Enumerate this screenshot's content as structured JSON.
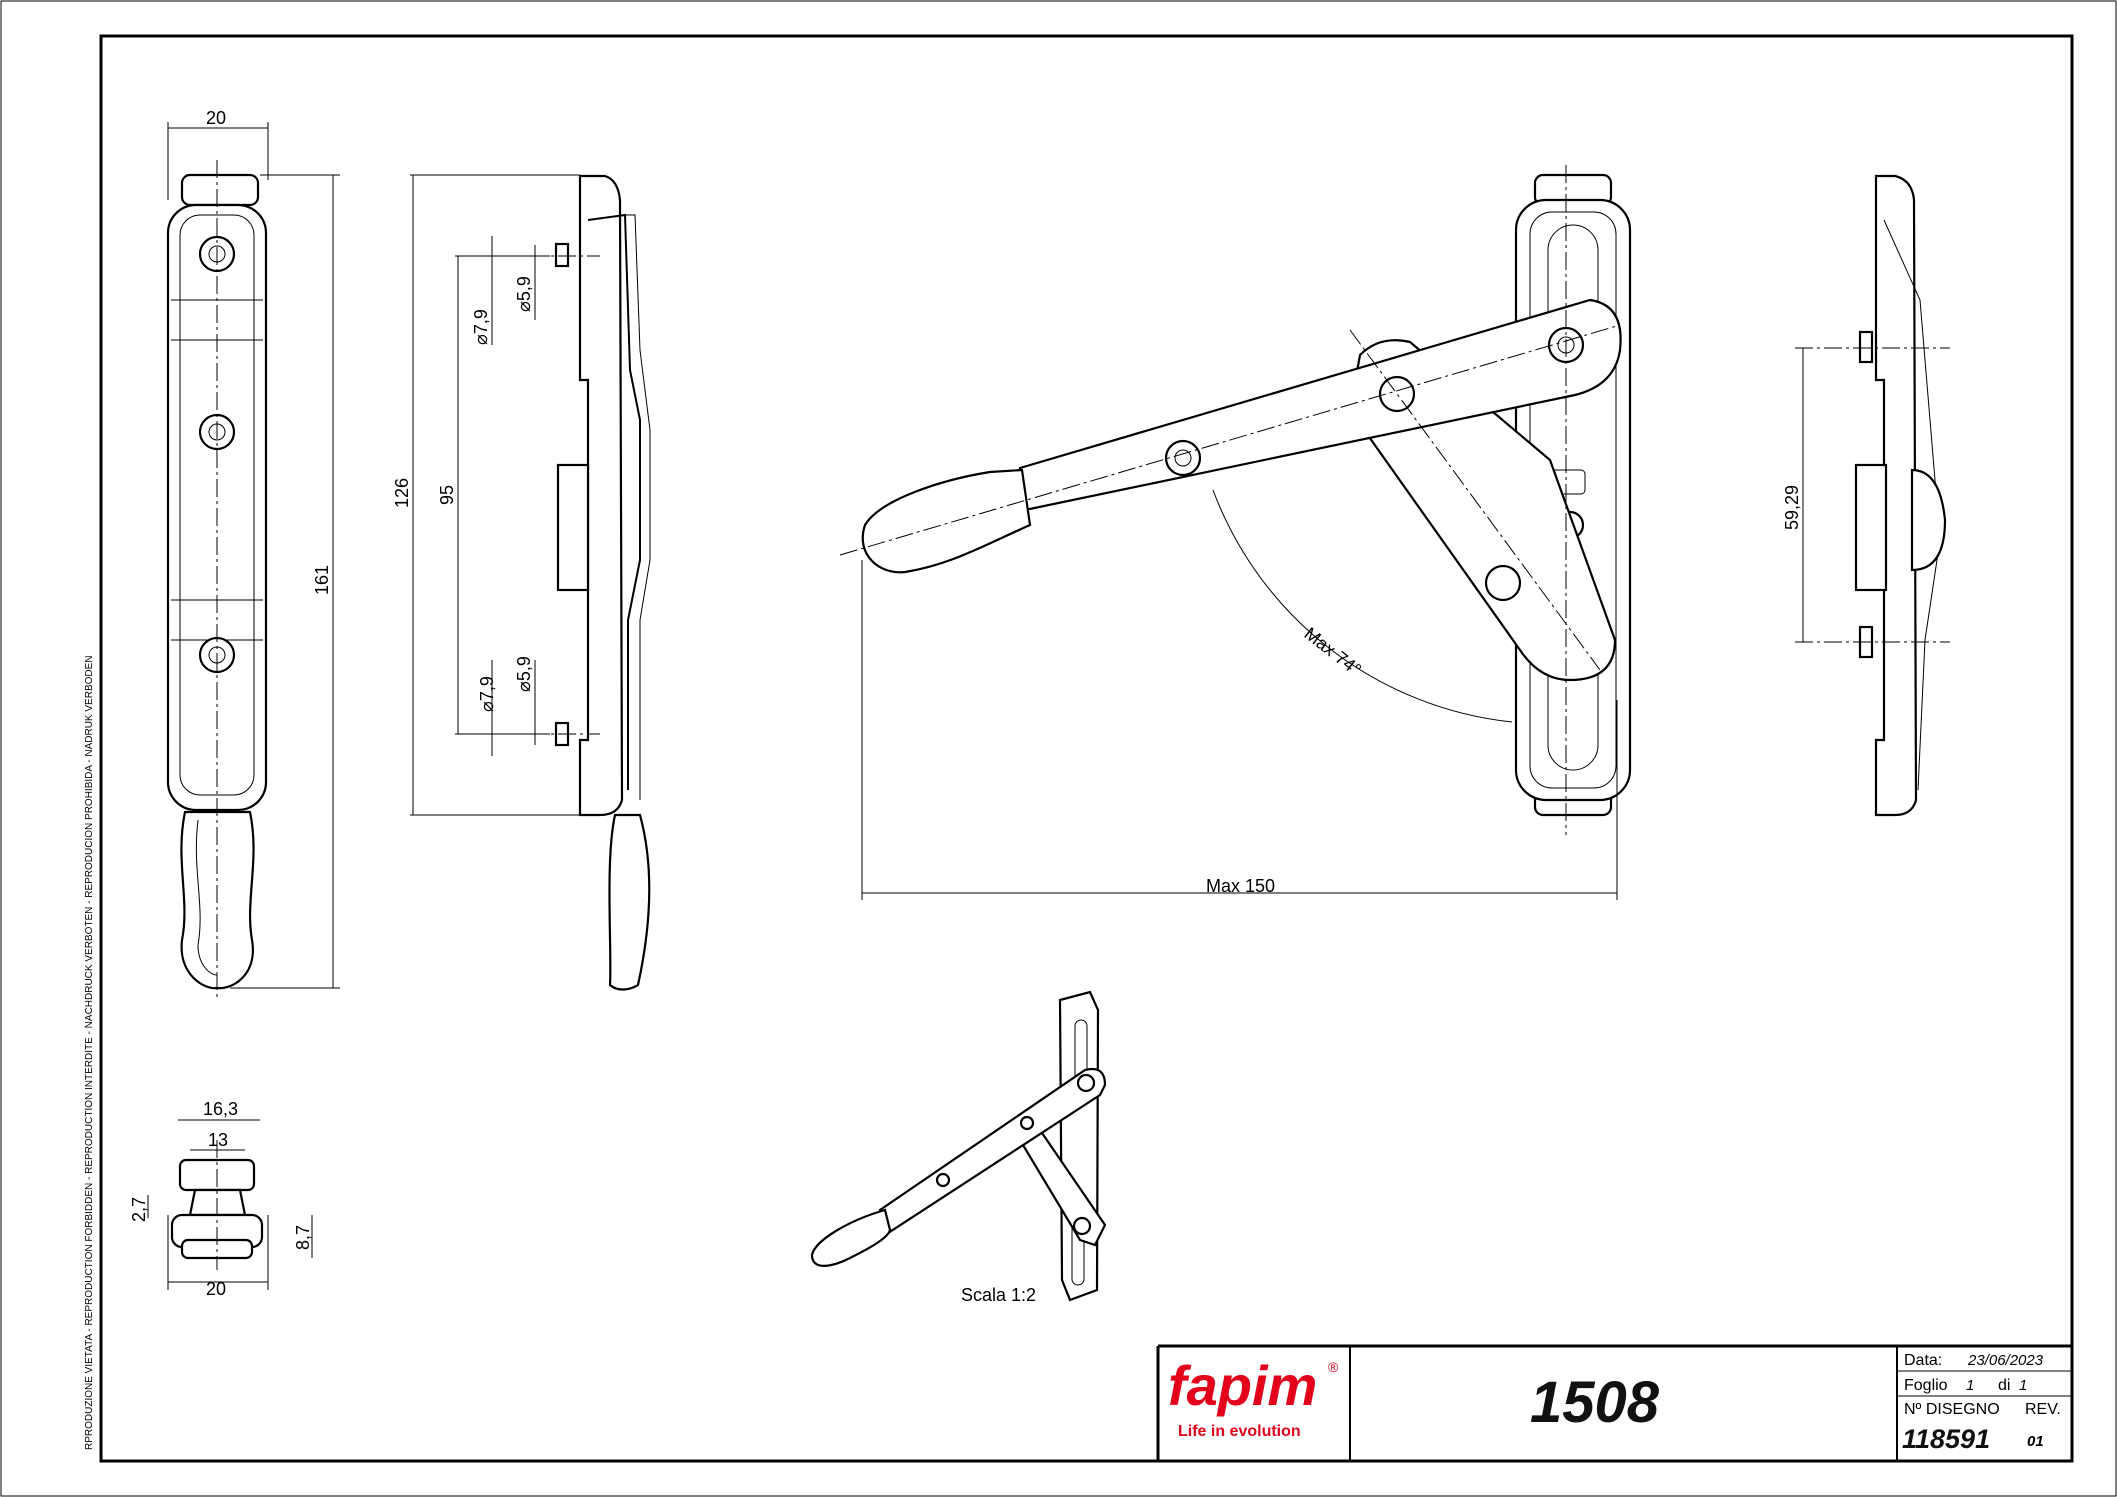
{
  "side_notice": "RPRODUZIONE VIETATA - REPRODUCTION FORBIDDEN - REPRODUCTION INTERDITE - NACHDRUCK VERBOTEN - REPRODUCION PROHIBIDA - NADRUK VERBODEN",
  "dimensions": {
    "front_width": "20",
    "front_height": "161",
    "side_height": "126",
    "hole_spacing": "95",
    "upper_dia_large": "⌀7,9",
    "upper_dia_small": "⌀5,9",
    "lower_dia_large": "⌀7,9",
    "lower_dia_small": "⌀5,9",
    "max_angle": "Max 74°",
    "max_reach": "Max 150",
    "right_spacing": "59,29",
    "end_width_outer": "16,3",
    "end_width_inner": "13",
    "end_offset": "2,7",
    "end_height": "8,7",
    "end_width_base": "20"
  },
  "scale_label": "Scala 1:2",
  "title_block": {
    "logo_text": "fapim",
    "logo_mark": "®",
    "logo_tagline": "Life in evolution",
    "product_code": "1508",
    "date_label": "Data:",
    "date_value": "23/06/2023",
    "sheet_label": "Foglio",
    "sheet_number": "1",
    "sheet_of_label": "di",
    "sheet_total": "1",
    "drawing_no_label": "Nº DISEGNO",
    "rev_label": "REV.",
    "drawing_no": "118591",
    "revision": "01"
  },
  "colors": {
    "brand_red": "#e3001b",
    "line": "#000000"
  }
}
